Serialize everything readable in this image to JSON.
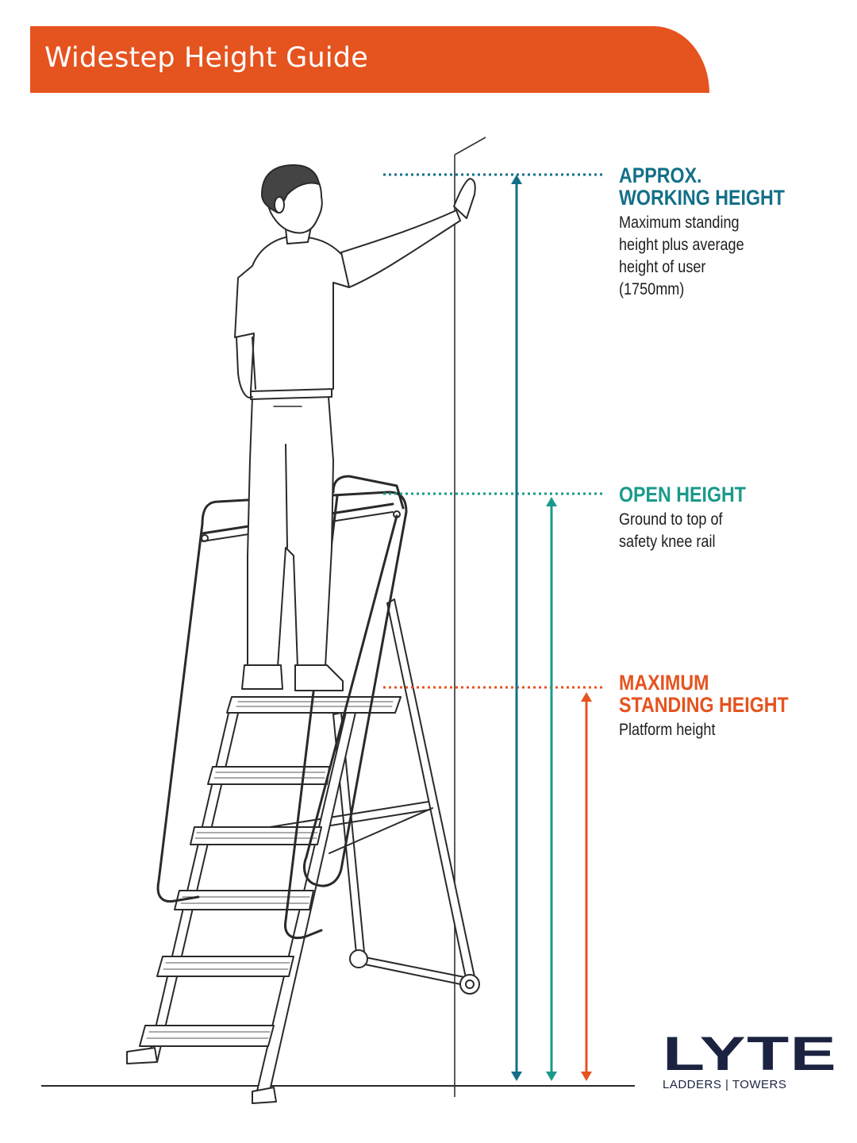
{
  "header": {
    "title": "Widestep Height Guide"
  },
  "labels": {
    "working": {
      "title_line1": "APPROX.",
      "title_line2": "WORKING HEIGHT",
      "desc_lines": [
        "Maximum standing",
        "height plus average",
        "height of user",
        "(1750mm)"
      ]
    },
    "open": {
      "title_line1": "OPEN HEIGHT",
      "desc_lines": [
        "Ground to top of",
        "safety knee rail"
      ]
    },
    "maximum": {
      "title_line1": "MAXIMUM",
      "title_line2": "STANDING HEIGHT",
      "desc_lines": [
        "Platform height"
      ]
    }
  },
  "logo": {
    "word": "LYTE",
    "tagline": "LADDERS | TOWERS"
  },
  "colors": {
    "banner": "#e5531f",
    "working": "#136f88",
    "open": "#1a9a8a",
    "maximum": "#e5531f",
    "logo": "#1b2340",
    "line_art": "#2a2a2a"
  }
}
